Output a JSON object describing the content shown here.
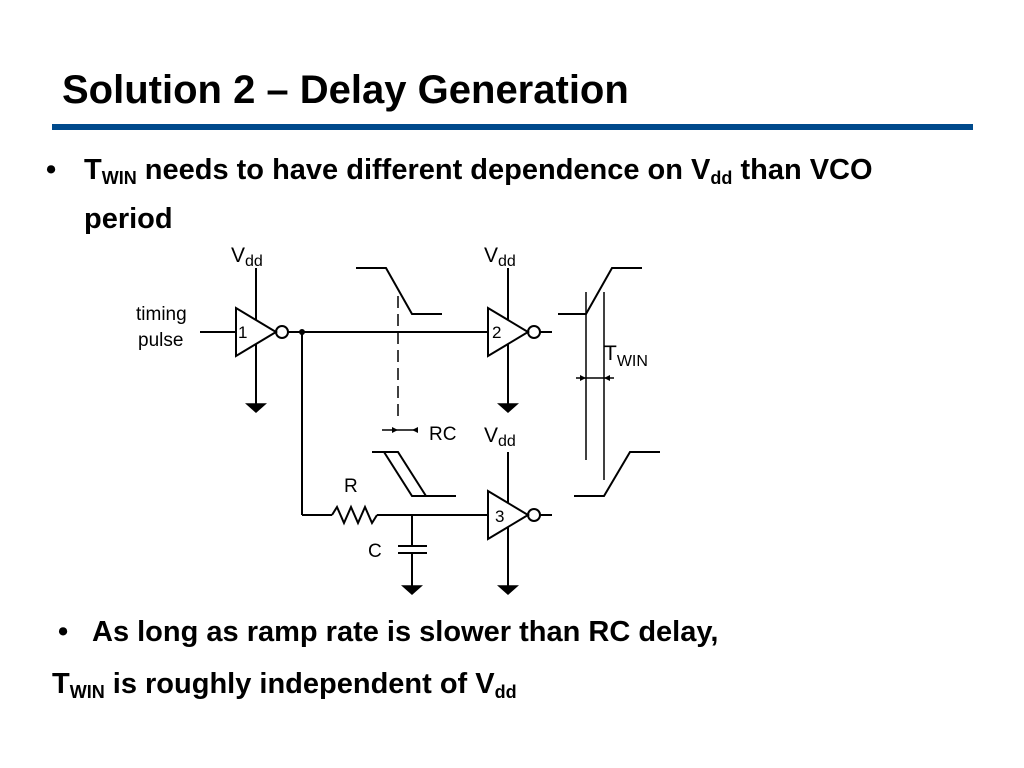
{
  "slide": {
    "title": "Solution 2 – Delay Generation",
    "accent_color": "#004a8c"
  },
  "bullet1": {
    "marker": "•",
    "t": "T",
    "t_sub": "WIN",
    "text1": " needs to have different dependence on V",
    "vdd_sub": "dd",
    "text2": " than VCO period"
  },
  "bullet2": {
    "marker": "•",
    "text": "As long as ramp rate is slower than RC delay,"
  },
  "line3": {
    "t": "T",
    "t_sub": "WIN",
    "text": " is roughly independent of V",
    "vdd_sub": "dd"
  },
  "diagram": {
    "input_label_1": "timing",
    "input_label_2": "pulse",
    "supply_v": "V",
    "supply_sub": "dd",
    "buffer1_label": "1",
    "buffer2_label": "2",
    "buffer3_label": "3",
    "resistor_label": "R",
    "capacitor_label": "C",
    "rc_label": "RC",
    "twin_t": "T",
    "twin_sub": "WIN"
  }
}
